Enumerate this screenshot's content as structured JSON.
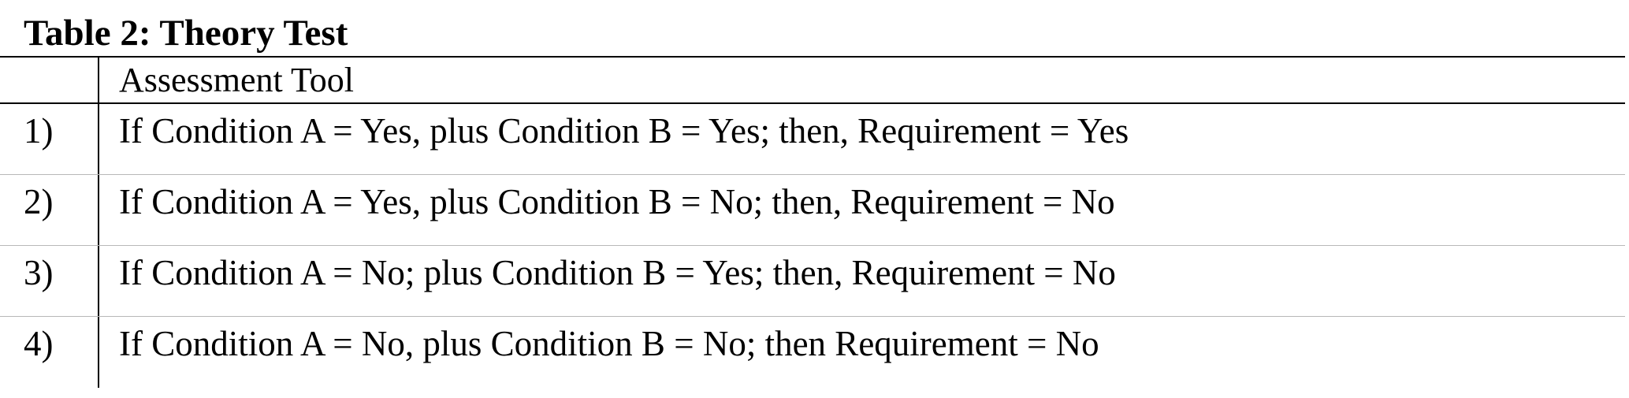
{
  "document": {
    "title": "Table 2: Theory Test",
    "table": {
      "header": {
        "number": "",
        "column": "Assessment Tool"
      },
      "rows": [
        {
          "number": "1)",
          "text": "If Condition A = Yes, plus Condition B = Yes; then, Requirement = Yes"
        },
        {
          "number": "2)",
          "text": "If Condition A = Yes, plus Condition B = No; then, Requirement = No"
        },
        {
          "number": "3)",
          "text": "If Condition A = No; plus Condition B = Yes; then, Requirement = No"
        },
        {
          "number": "4)",
          "text": "If Condition A = No, plus Condition B = No; then Requirement = No"
        }
      ]
    }
  }
}
